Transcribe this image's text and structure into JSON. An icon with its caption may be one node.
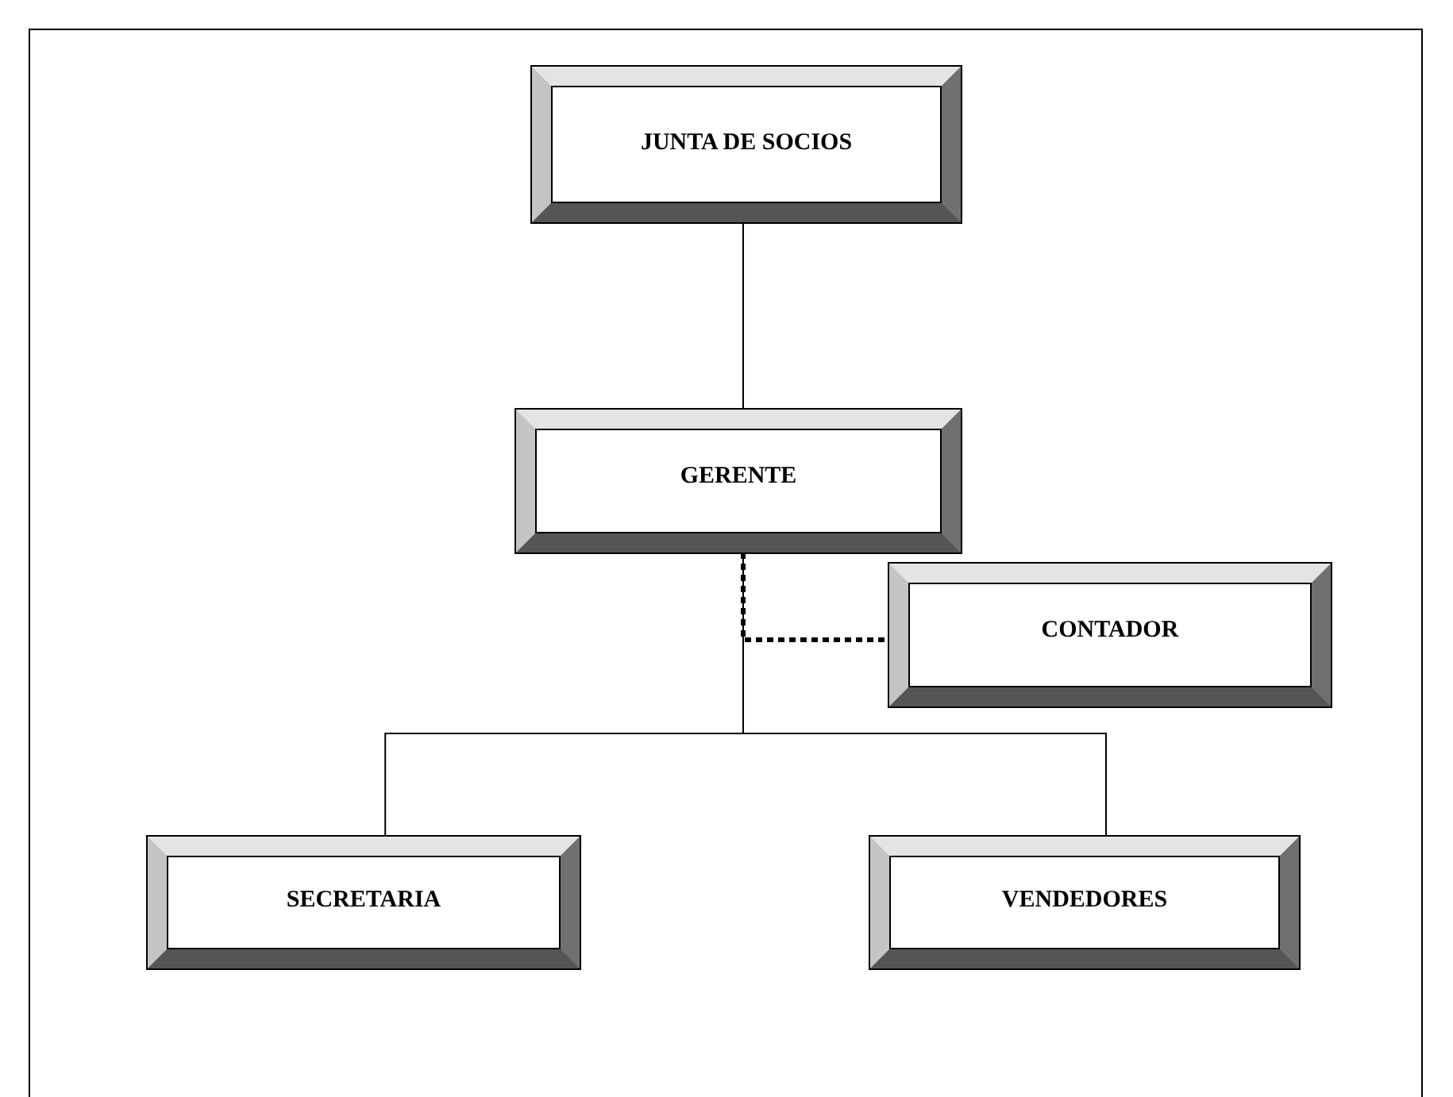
{
  "diagram": {
    "nodes": [
      {
        "text": [
          "JUNTA DE SOCIOS"
        ]
      },
      {
        "text": [
          "GERENTE"
        ]
      },
      {
        "text": [
          "CONTADOR"
        ]
      },
      {
        "text": [
          "SECRETARIA"
        ]
      },
      {
        "text": [
          "VENDEDORES"
        ]
      }
    ],
    "edges": [
      {
        "from": 0,
        "to": 1,
        "arrow": "none"
      },
      {
        "from": 1,
        "to": 2,
        "arrow": "none",
        "style": "dashed"
      },
      {
        "from": 1,
        "to": 3,
        "arrow": "none"
      },
      {
        "from": 1,
        "to": 4,
        "arrow": "none"
      }
    ]
  }
}
